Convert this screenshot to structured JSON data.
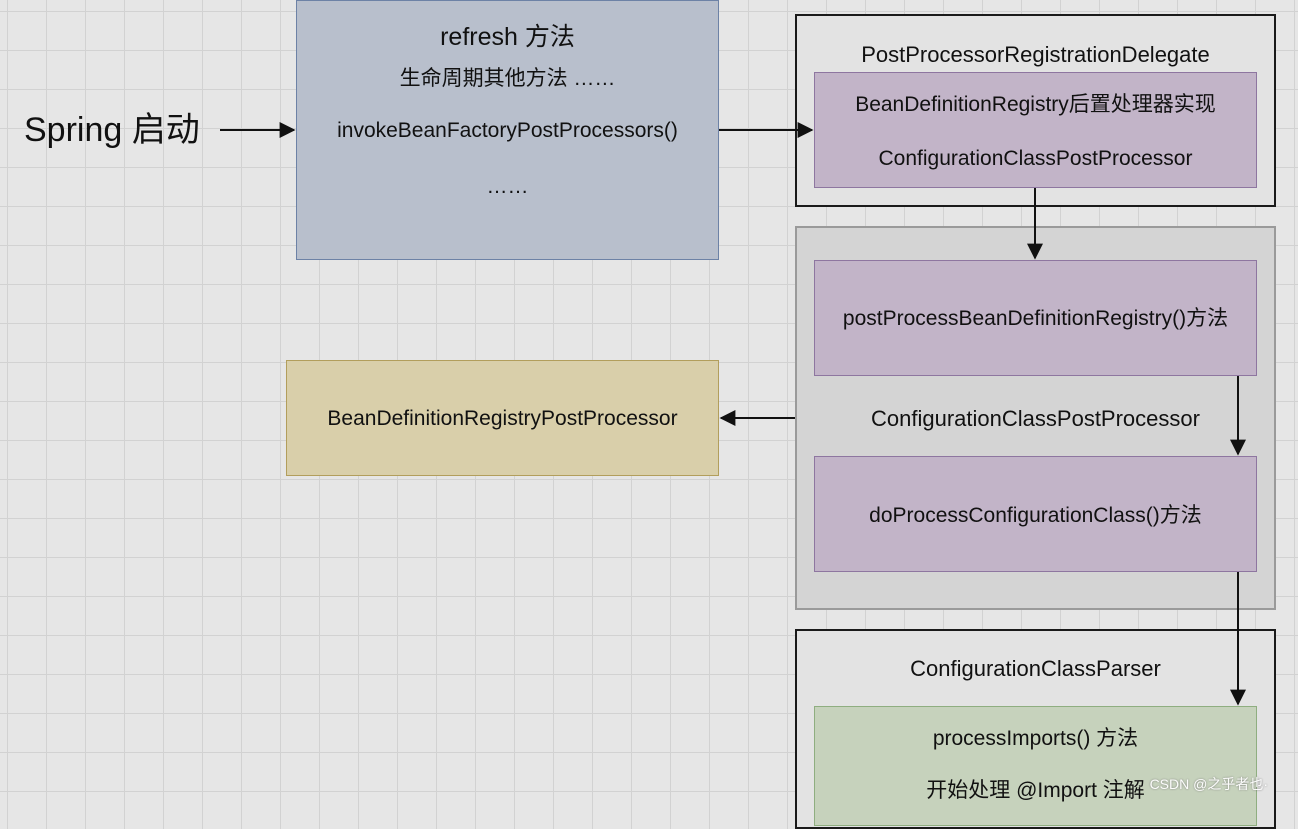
{
  "start_label": "Spring 启动",
  "refresh_box": {
    "title": "refresh 方法",
    "line1": "生命周期其他方法 ……",
    "line2": "invokeBeanFactoryPostProcessors()",
    "line3": "……"
  },
  "delegate_box": {
    "title": "PostProcessorRegistrationDelegate",
    "inner_line1": "BeanDefinitionRegistry后置处理器实现",
    "inner_line2": "ConfigurationClassPostProcessor"
  },
  "processor_box": {
    "method1": "postProcessBeanDefinitionRegistry()方法",
    "label": "ConfigurationClassPostProcessor",
    "method2": "doProcessConfigurationClass()方法"
  },
  "interface_box": {
    "label": "BeanDefinitionRegistryPostProcessor"
  },
  "parser_box": {
    "title": "ConfigurationClassParser",
    "inner_line1": "processImports() 方法",
    "inner_line2": "开始处理 @Import 注解"
  },
  "watermark": "CSDN @之乎者也·"
}
